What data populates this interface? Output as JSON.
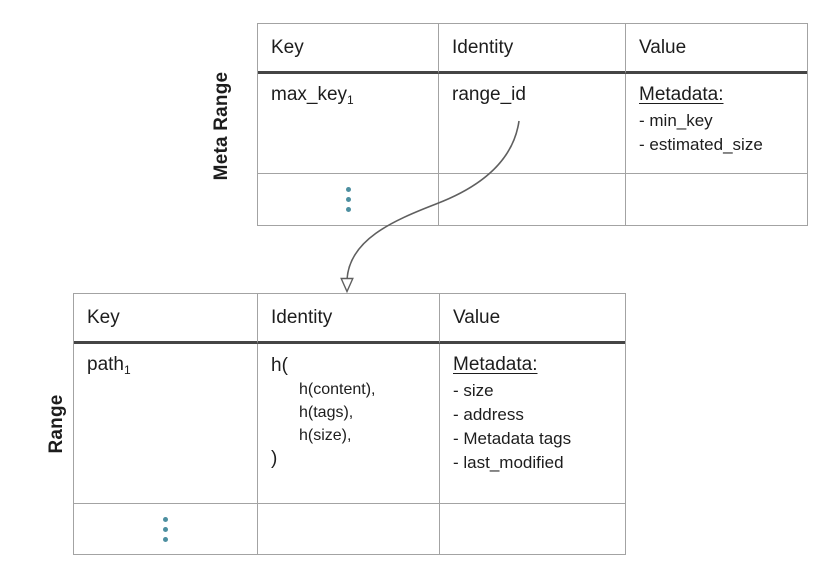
{
  "labels": {
    "meta_range": "Meta Range",
    "range": "Range"
  },
  "colors": {
    "dot_teal": "#4d8fa0",
    "table_border": "#a3a3a3",
    "header_rule": "#454545",
    "text": "#1d1d1d",
    "arrow": "#5f5f5f"
  },
  "tables": {
    "meta": {
      "headers": [
        "Key",
        "Identity",
        "Value"
      ],
      "row": {
        "key_base": "max_key",
        "key_sub": "1",
        "identity": "range_id",
        "value_title": "Metadata:",
        "value_items": [
          "- min_key",
          "- estimated_size"
        ]
      }
    },
    "range": {
      "headers": [
        "Key",
        "Identity",
        "Value"
      ],
      "row": {
        "key_base": "path",
        "key_sub": "1",
        "identity_open": "h(",
        "identity_args": [
          "h(content),",
          "h(tags),",
          "h(size),"
        ],
        "identity_close": ")",
        "value_title": "Metadata:",
        "value_items": [
          "- size",
          "- address",
          "- Metadata tags",
          "- last_modified"
        ]
      }
    }
  }
}
